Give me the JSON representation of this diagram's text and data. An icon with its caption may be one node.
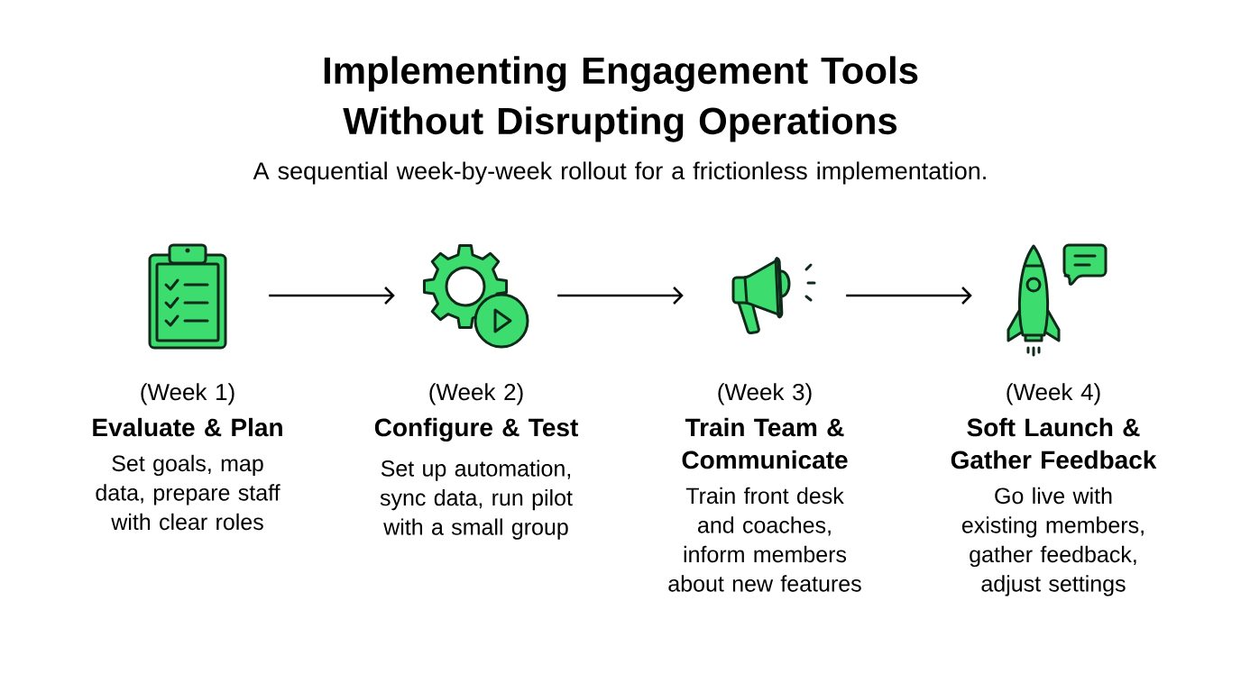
{
  "diagram": {
    "title": "Implementing Engagement Tools Without Disrupting Operations",
    "caption": "A sequential week-by-week rollout for a frictionless implementation.",
    "nodes": [
      {
        "text": [],
        "shape": "picture",
        "beside": [
          "(Week 1)",
          "Evaluate & Plan",
          "Set goals, map data, prepare staff with clear roles"
        ]
      },
      {
        "text": [],
        "shape": "picture",
        "beside": [
          "(Week 2)",
          "Configure & Test",
          "Set up automation, sync data, run pilot with a small group"
        ]
      },
      {
        "text": [],
        "shape": "picture",
        "beside": [
          "(Week 3)",
          "Train Team & Communicate",
          "Train front desk and coaches, inform members about new features"
        ]
      },
      {
        "text": [],
        "shape": "picture",
        "beside": [
          "(Week 4)",
          "Soft Launch & Gather Feedback",
          "Go live with existing members, gather feedback, adjust settings"
        ]
      }
    ],
    "edges": [
      {
        "from": 0,
        "to": 1,
        "arrow": "to"
      },
      {
        "from": 1,
        "to": 2,
        "arrow": "to"
      },
      {
        "from": 2,
        "to": 3,
        "arrow": "to"
      }
    ]
  }
}
